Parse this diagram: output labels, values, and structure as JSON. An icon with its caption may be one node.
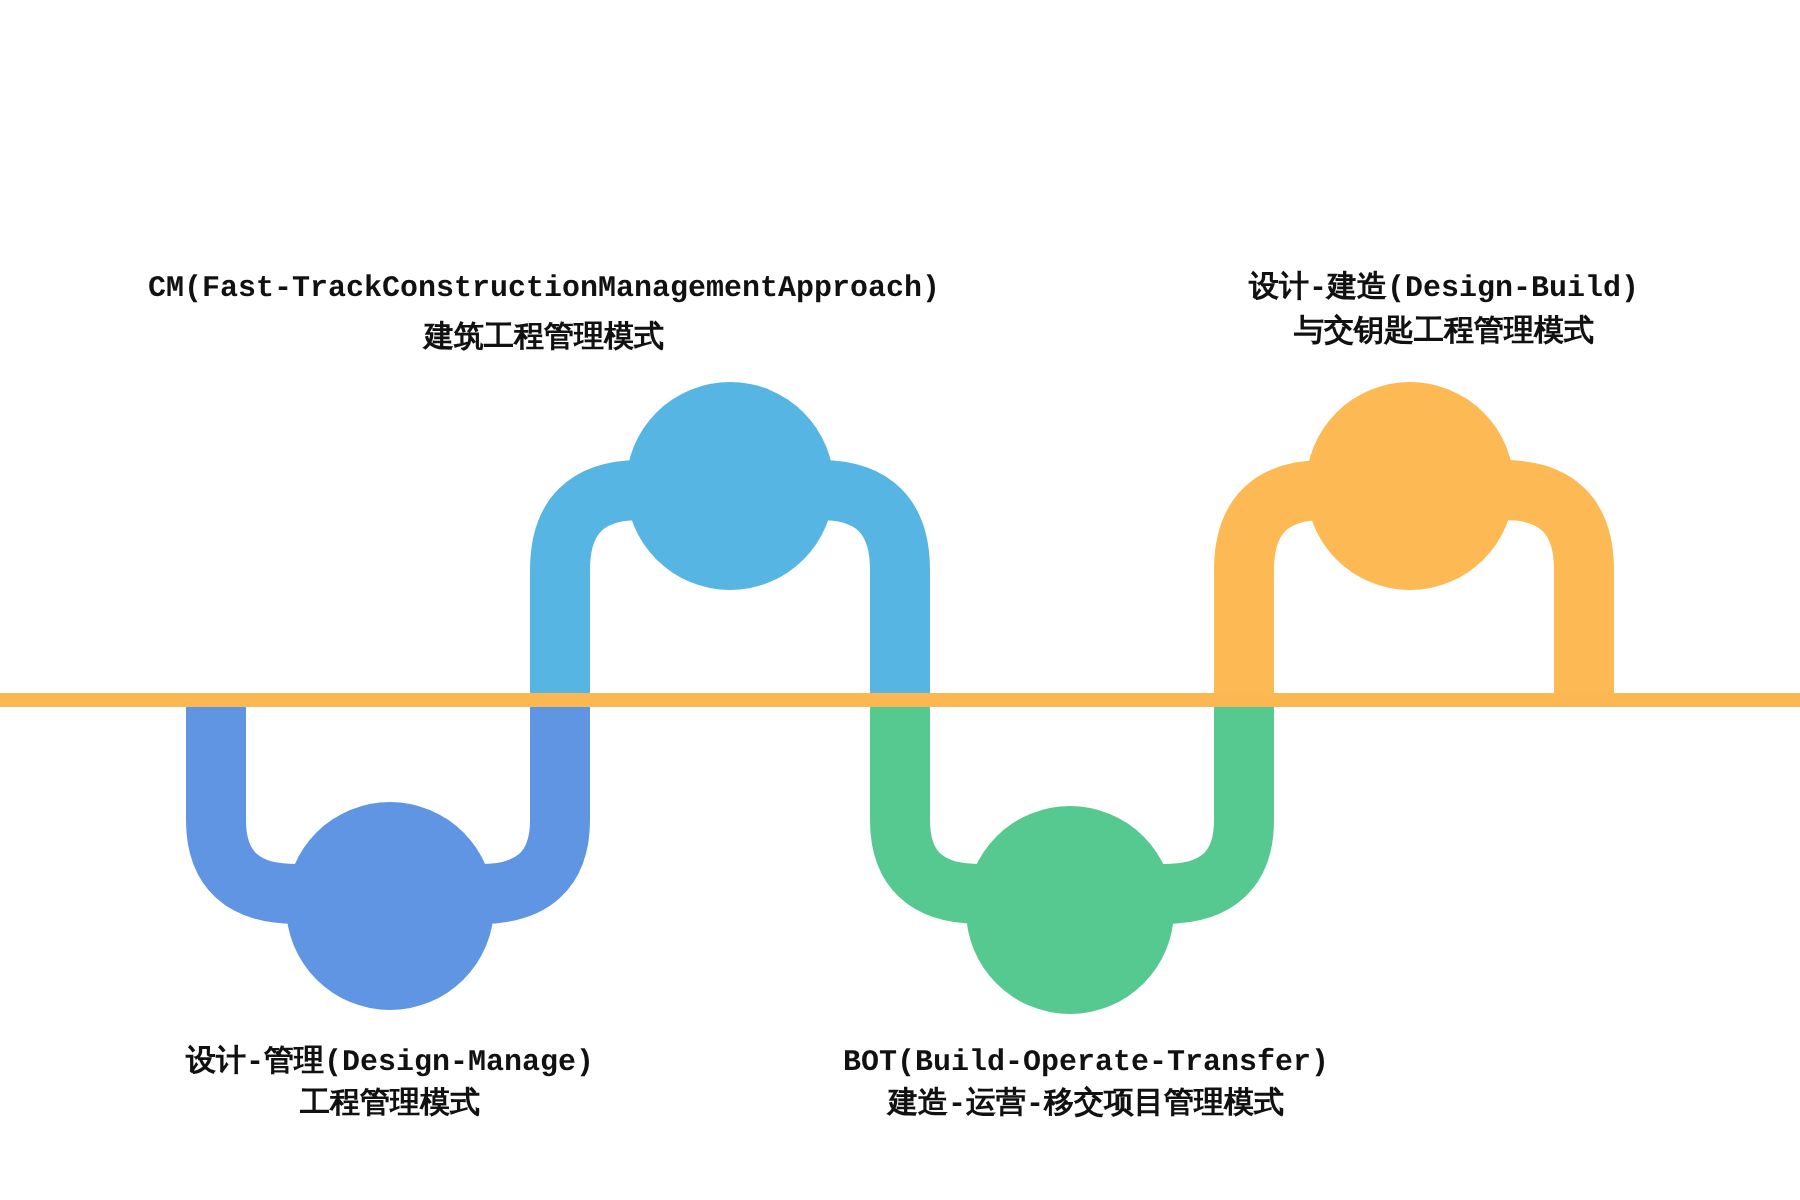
{
  "diagram": {
    "nodes": [
      {
        "text": [],
        "shape": "circle",
        "beside": [
          "设计-管理(Design-Manage)",
          "工程管理模式"
        ]
      },
      {
        "text": [],
        "shape": "circle",
        "beside": [
          "CM(Fast-TrackConstructionManagementApproach)",
          "建筑工程管理模式"
        ]
      },
      {
        "text": [],
        "shape": "circle",
        "beside": [
          "BOT(Build-Operate-Transfer)",
          "建造-运营-移交项目管理模式"
        ]
      },
      {
        "text": [],
        "shape": "circle",
        "beside": [
          "设计-建造(Design-Build)",
          "与交钥匙工程管理模式"
        ]
      }
    ]
  }
}
